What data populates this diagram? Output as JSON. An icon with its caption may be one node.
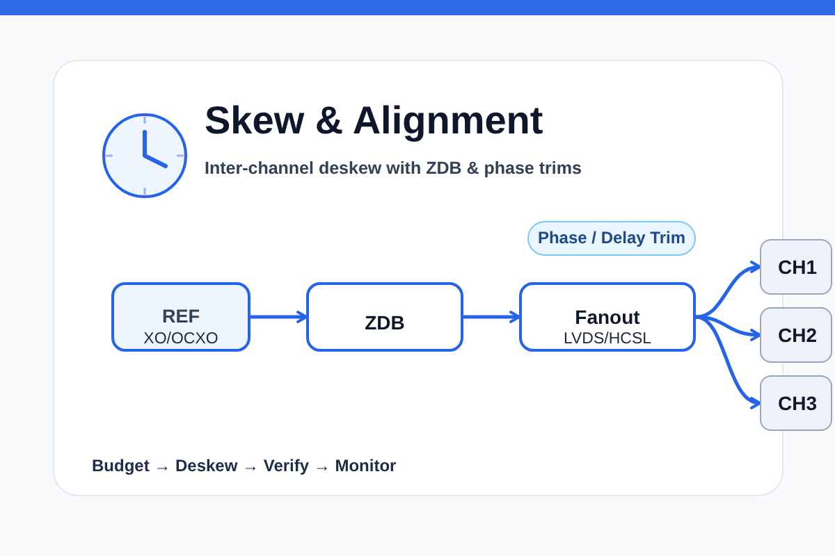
{
  "diagram": {
    "title": "Skew & Alignment",
    "nodes": [
      {
        "text": [
          "REF",
          "XO/OCXO"
        ]
      },
      {
        "text": [
          "ZDB"
        ]
      },
      {
        "text": [
          "Fanout",
          "LVDS/HCSL"
        ]
      },
      {
        "text": [
          "Phase / Delay Trim"
        ]
      },
      {
        "text": [
          "CH1"
        ]
      },
      {
        "text": [
          "CH2"
        ]
      },
      {
        "text": [
          "CH3"
        ]
      }
    ],
    "edges": [
      {
        "from": 0,
        "to": 1,
        "arrow": "to"
      },
      {
        "from": 1,
        "to": 2,
        "arrow": "to"
      },
      {
        "from": 2,
        "to": 4,
        "arrow": "to"
      },
      {
        "from": 2,
        "to": 5,
        "arrow": "to"
      },
      {
        "from": 2,
        "to": 6,
        "arrow": "to"
      }
    ],
    "labels": [
      "Inter-channel deskew with ZDB & phase trims",
      "Budget → Deskew → Verify → Monitor"
    ]
  }
}
